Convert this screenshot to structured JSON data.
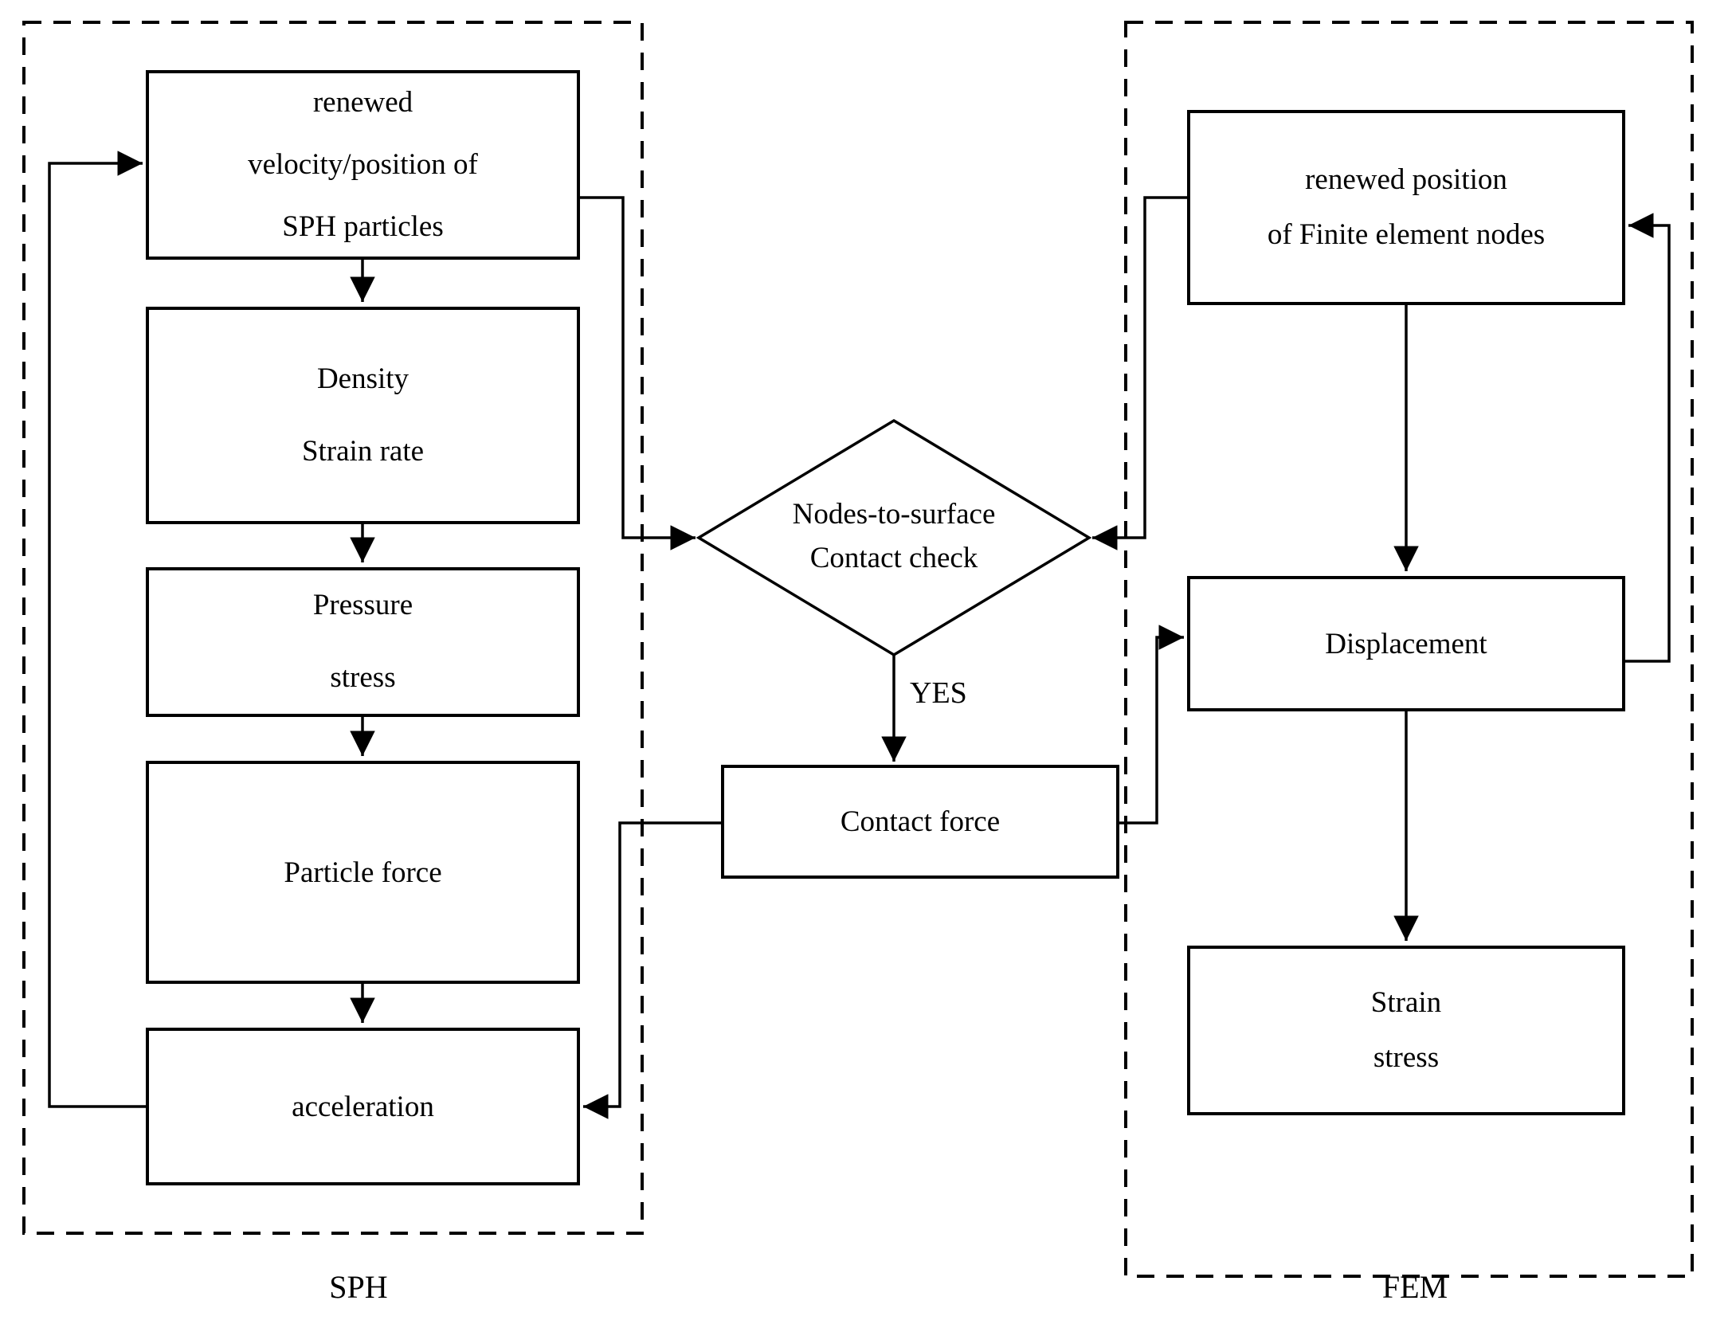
{
  "diagram": {
    "colors": {
      "line": "#000000",
      "text": "#000000",
      "background": "#ffffff"
    },
    "sph": {
      "group_label": "SPH",
      "boxes": [
        {
          "id": "renewed-velocity",
          "label": "renewed\nvelocity/position of\nSPH particles"
        },
        {
          "id": "density-strain-rate",
          "label": "Density\nStrain rate"
        },
        {
          "id": "pressure-stress",
          "label": "Pressure\nstress"
        },
        {
          "id": "particle-force",
          "label": "Particle force"
        },
        {
          "id": "acceleration",
          "label": "acceleration"
        }
      ]
    },
    "fem": {
      "group_label": "FEM",
      "boxes": [
        {
          "id": "renewed-position",
          "label": "renewed position\nof Finite element nodes"
        },
        {
          "id": "displacement",
          "label": "Displacement"
        },
        {
          "id": "strain-stress",
          "label": "Strain\nstress"
        }
      ]
    },
    "decision": {
      "label": "Nodes-to-surface\nContact check"
    },
    "contact_force": {
      "label": "Contact force"
    },
    "branch_yes": "YES"
  }
}
